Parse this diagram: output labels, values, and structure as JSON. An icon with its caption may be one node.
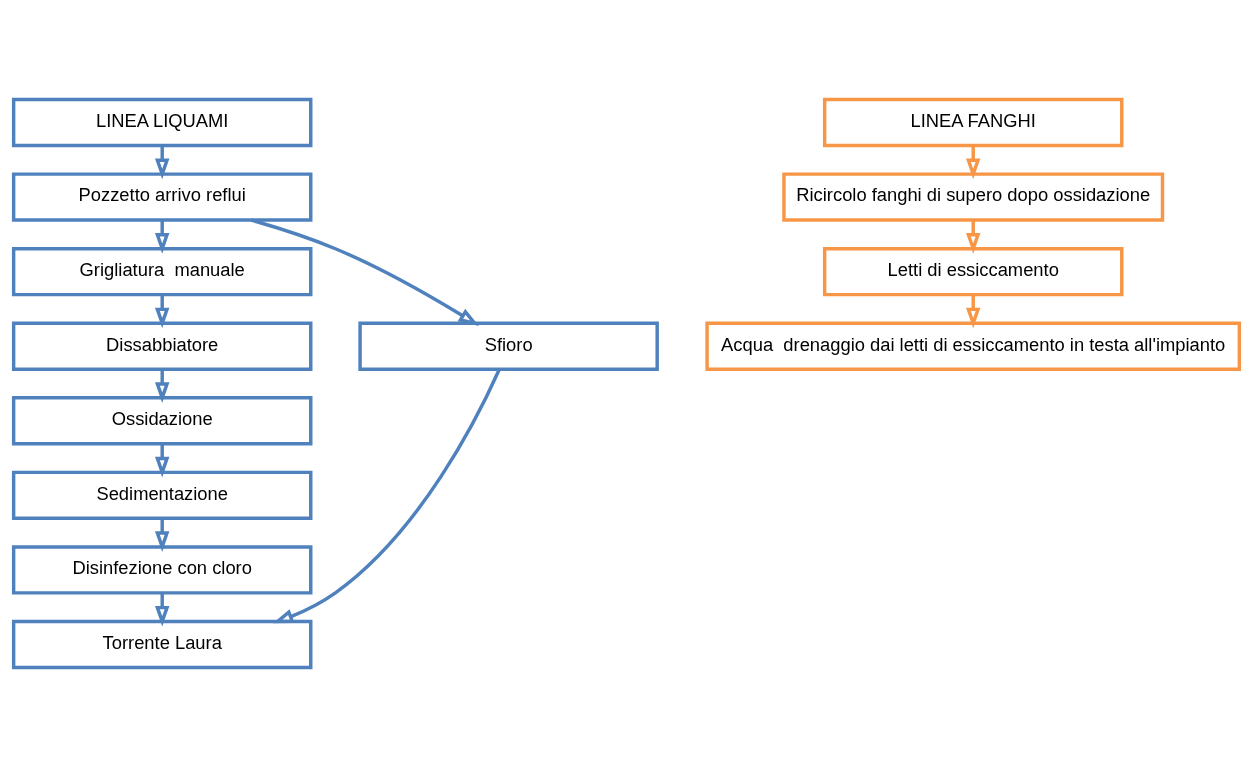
{
  "diagram": {
    "nodes": [
      {
        "text": [
          "LINEA LIQUAMI"
        ]
      },
      {
        "text": [
          "Pozzetto arrivo reflui"
        ]
      },
      {
        "text": [
          "Grigliatura  manuale"
        ]
      },
      {
        "text": [
          "Dissabbiatore"
        ]
      },
      {
        "text": [
          "Ossidazione"
        ]
      },
      {
        "text": [
          "Sedimentazione"
        ]
      },
      {
        "text": [
          "Disinfezione con cloro"
        ]
      },
      {
        "text": [
          "Torrente Laura"
        ]
      },
      {
        "text": [
          "Sfioro"
        ]
      },
      {
        "text": [
          "LINEA FANGHI"
        ]
      },
      {
        "text": [
          "Ricircolo fanghi di supero dopo ossidazione"
        ]
      },
      {
        "text": [
          "Letti di essiccamento"
        ]
      },
      {
        "text": [
          "Acqua  drenaggio dai letti di essiccamento in testa all'impianto"
        ]
      }
    ],
    "edges": [
      {
        "from": 0,
        "to": 1,
        "arrow": "to"
      },
      {
        "from": 1,
        "to": 2,
        "arrow": "to"
      },
      {
        "from": 2,
        "to": 3,
        "arrow": "to"
      },
      {
        "from": 3,
        "to": 4,
        "arrow": "to"
      },
      {
        "from": 4,
        "to": 5,
        "arrow": "to"
      },
      {
        "from": 5,
        "to": 6,
        "arrow": "to"
      },
      {
        "from": 6,
        "to": 7,
        "arrow": "to"
      },
      {
        "from": 1,
        "to": 8,
        "arrow": "to"
      },
      {
        "from": 8,
        "to": 7,
        "arrow": "to"
      },
      {
        "from": 9,
        "to": 10,
        "arrow": "to",
        "color": "#f79646"
      },
      {
        "from": 10,
        "to": 11,
        "arrow": "to",
        "color": "#f79646"
      },
      {
        "from": 11,
        "to": 12,
        "arrow": "to",
        "color": "#f79646"
      }
    ]
  }
}
